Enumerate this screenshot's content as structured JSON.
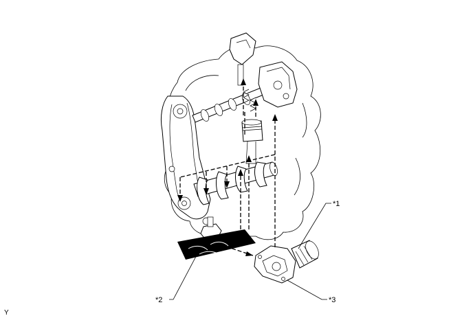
{
  "callouts": {
    "c1": "*1",
    "c2": "*2",
    "c3": "*3"
  },
  "corner_label": "Y",
  "colors": {
    "line": "#000000",
    "background": "#ffffff"
  }
}
